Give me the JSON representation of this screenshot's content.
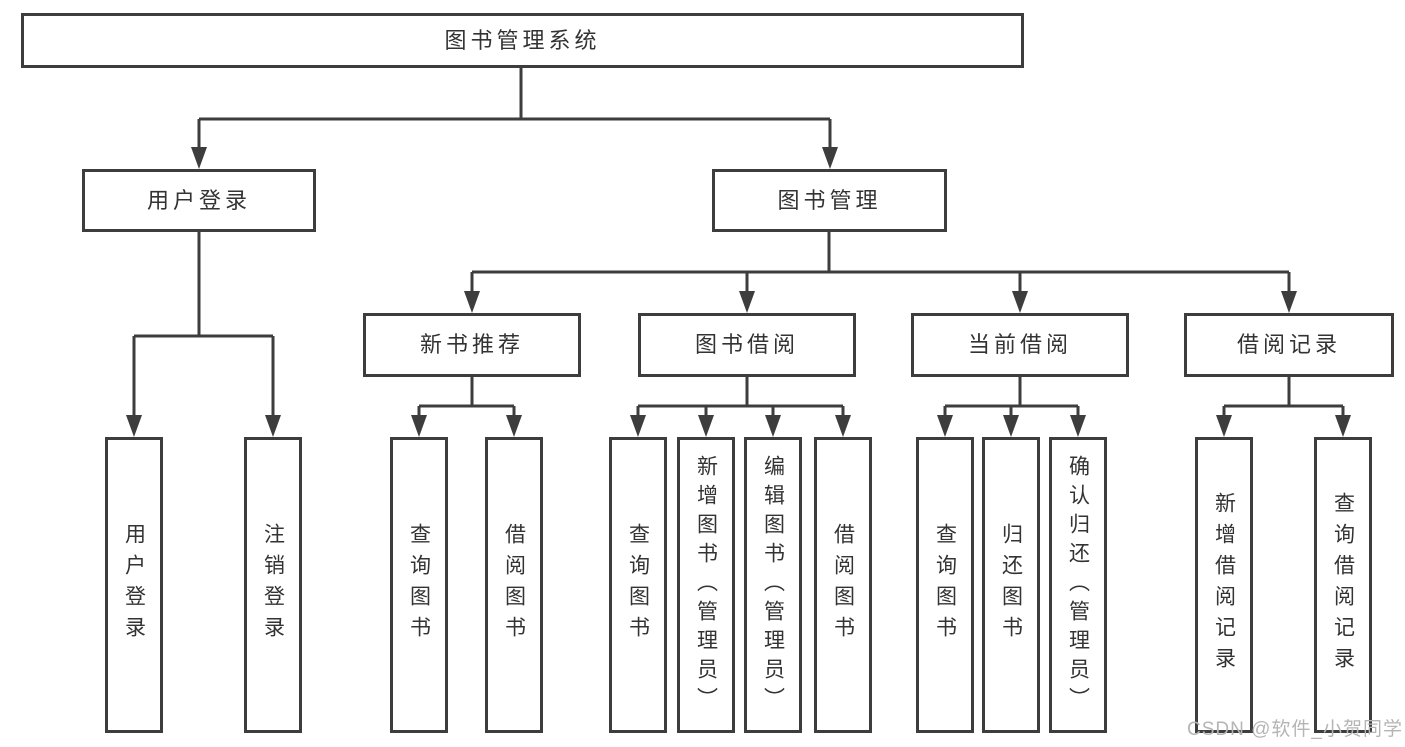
{
  "diagram": {
    "root": {
      "label": "图书管理系统"
    },
    "branches": [
      {
        "label": "用户登录"
      },
      {
        "label": "图书管理"
      }
    ],
    "modules": [
      {
        "label": "新书推荐"
      },
      {
        "label": "图书借阅"
      },
      {
        "label": "当前借阅"
      },
      {
        "label": "借阅记录"
      }
    ],
    "functions": [
      {
        "label": "用户登录"
      },
      {
        "label": "注销登录"
      },
      {
        "label": "查询图书"
      },
      {
        "label": "借阅图书"
      },
      {
        "label": "查询图书"
      },
      {
        "label": "新增图书（管理员）"
      },
      {
        "label": "编辑图书（管理员）"
      },
      {
        "label": "借阅图书"
      },
      {
        "label": "查询图书"
      },
      {
        "label": "归还图书"
      },
      {
        "label": "确认归还（管理员）"
      },
      {
        "label": "新增借阅记录"
      },
      {
        "label": "查询借阅记录"
      }
    ]
  },
  "watermark": {
    "text": "CSDN @软件_小贺同学"
  },
  "colors": {
    "line": "#3d3d3d",
    "text": "#333333",
    "watermark": "#b5b5b5",
    "background": "#ffffff"
  }
}
